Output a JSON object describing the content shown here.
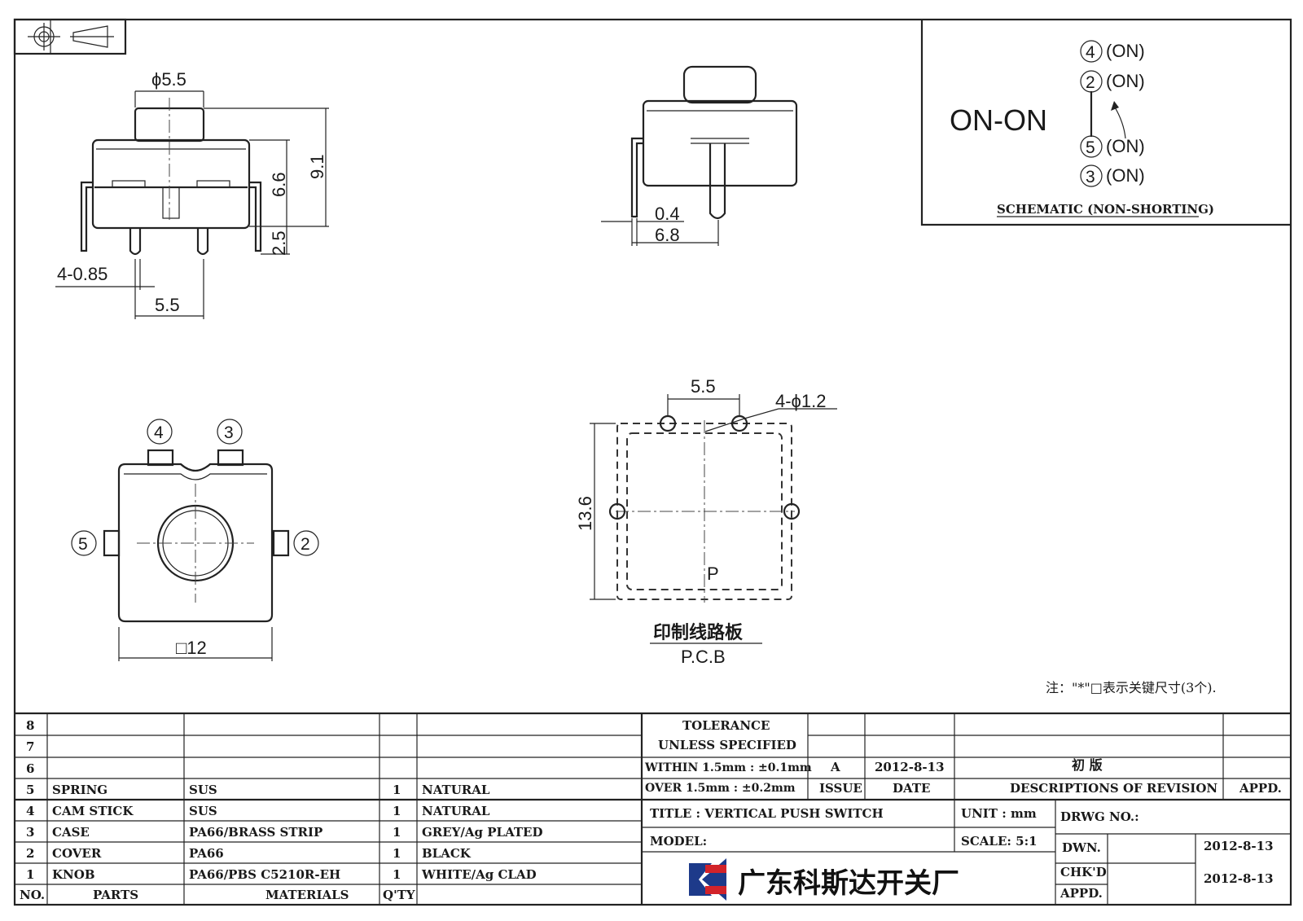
{
  "dims": {
    "phi55": "ϕ5.5",
    "d91": "9.1",
    "d66": "6.6",
    "d25": "2.5",
    "d4085": "4-0.85",
    "d55a": "5.5",
    "d04": "0.4",
    "d68": "6.8",
    "d55b": "5.5",
    "d4phi12": "4-ϕ1.2",
    "d136": "13.6",
    "d12": "□12",
    "p": "P"
  },
  "pins": {
    "p4": "4",
    "p3": "3",
    "p5": "5",
    "p2": "2"
  },
  "schematic": {
    "mode": "ON-ON",
    "pin4": "4",
    "pin2": "2",
    "pin5": "5",
    "pin3": "3",
    "on4": "(ON)",
    "on2": "(ON)",
    "on5": "(ON)",
    "on3": "(ON)",
    "caption": "SCHEMATIC (NON-SHORTING)"
  },
  "pcb": {
    "cn": "印制线路板",
    "en": "P.C.B"
  },
  "note": "注：\"*\"□表示关键尺寸(3个).",
  "bom": [
    {
      "no": "8",
      "part": "",
      "mat": "",
      "qty": "",
      "fin": ""
    },
    {
      "no": "7",
      "part": "",
      "mat": "",
      "qty": "",
      "fin": ""
    },
    {
      "no": "6",
      "part": "",
      "mat": "",
      "qty": "",
      "fin": ""
    },
    {
      "no": "5",
      "part": "SPRING",
      "mat": "SUS",
      "qty": "1",
      "fin": "NATURAL"
    },
    {
      "no": "4",
      "part": "CAM STICK",
      "mat": "SUS",
      "qty": "1",
      "fin": "NATURAL"
    },
    {
      "no": "3",
      "part": "CASE",
      "mat": "PA66/BRASS STRIP",
      "qty": "1",
      "fin": "GREY/Ag PLATED"
    },
    {
      "no": "2",
      "part": "COVER",
      "mat": "PA66",
      "qty": "1",
      "fin": "BLACK"
    },
    {
      "no": "1",
      "part": "KNOB",
      "mat": "PA66/PBS C5210R-EH",
      "qty": "1",
      "fin": "WHITE/Ag CLAD"
    }
  ],
  "bom_head": {
    "no": "NO.",
    "part": "PARTS",
    "mat": "MATERIALS",
    "qty": "Q'TY"
  },
  "tol": {
    "l1": "TOLERANCE",
    "l2": "UNLESS  SPECIFIED",
    "l3": "WITHIN 1.5mm : ±0.1mm",
    "l4": "OVER 1.5mm : ±0.2mm"
  },
  "rev": {
    "issue": "A",
    "date": "2012-8-13",
    "desc": "初 版",
    "h_issue": "ISSUE",
    "h_date": "DATE",
    "h_desc": "DESCRIPTIONS OF REVISION",
    "h_appd": "APPD."
  },
  "title_block": {
    "title": "TITLE :  VERTICAL PUSH SWITCH",
    "unit": "UNIT :  mm",
    "drwg": "DRWG NO.:",
    "model": "MODEL:",
    "scale": "SCALE:  5:1",
    "dwn": "DWN.",
    "dwn_date": "2012-8-13",
    "chkd": "CHK'D",
    "chk_date": "2012-8-13",
    "appd": "APPD.",
    "company": "广东科斯达开关厂"
  },
  "colors": {
    "logo_blue": "#1d3a8a",
    "logo_red": "#d2232a",
    "line": "#222222"
  }
}
